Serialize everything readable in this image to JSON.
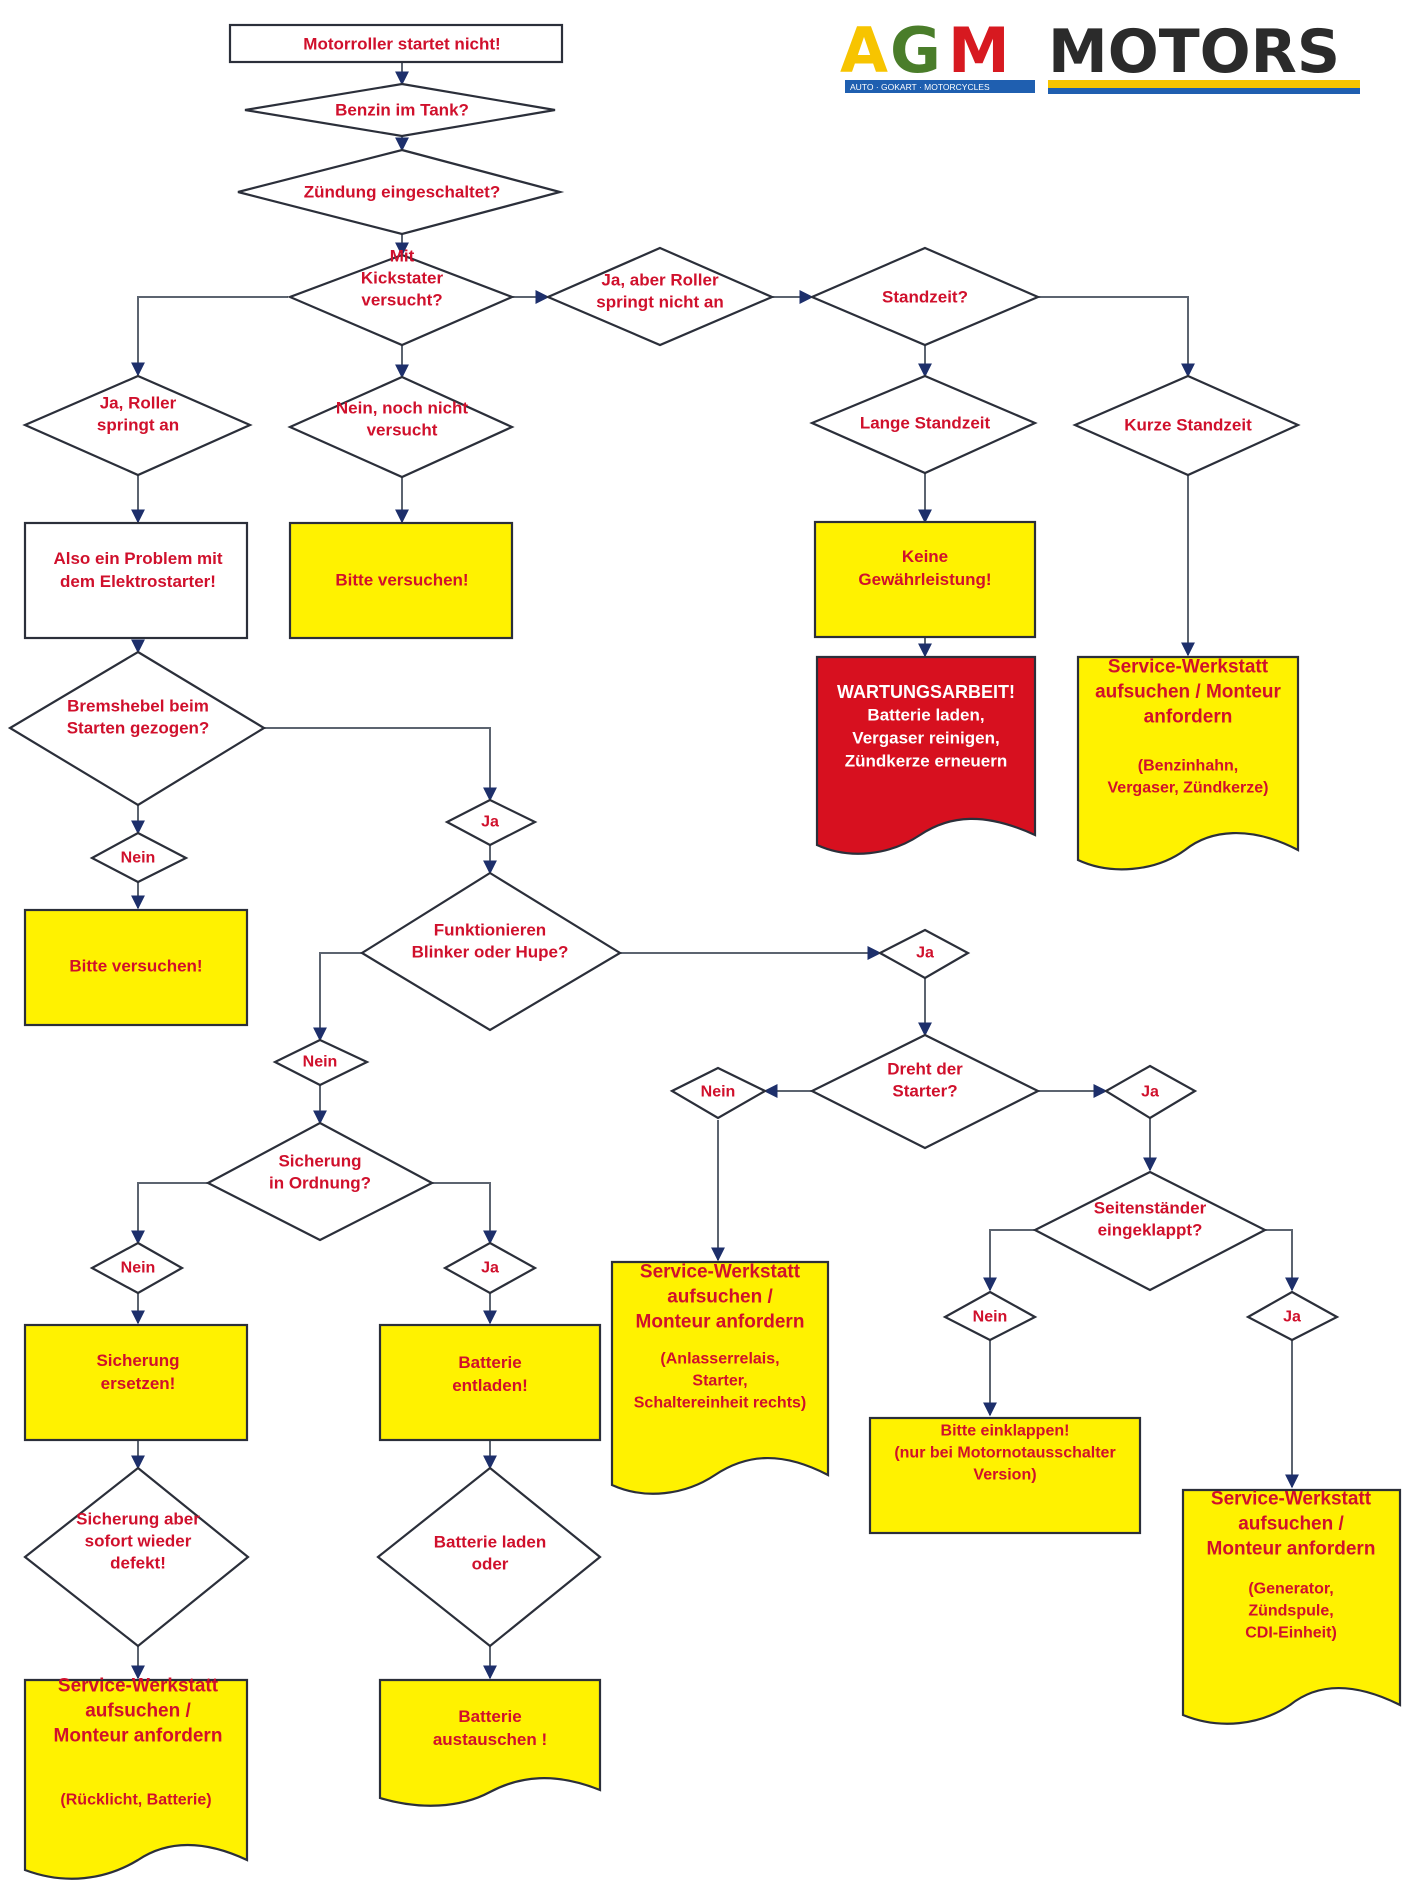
{
  "logo": {
    "brand": "AGM",
    "word": "MOTORS",
    "tagline": "AUTO · GOKART · MOTORCYCLES"
  },
  "colors": {
    "text": "#d0102c",
    "yellow": "#fff200",
    "red": "#d7101f",
    "logo_yellow": "#f7c400",
    "logo_red": "#d71920",
    "logo_blue": "#1f5fb0",
    "logo_dark": "#2b2b2b"
  },
  "nodes": {
    "start": "Motorroller startet nicht!",
    "benzin": "Benzin im Tank?",
    "zuendung": "Zündung eingeschaltet?",
    "kick": [
      "Mit",
      "Kickstater",
      "versucht?"
    ],
    "ja_aber": [
      "Ja, aber Roller",
      "springt nicht an"
    ],
    "standzeit": "Standzeit?",
    "ja_roller": [
      "Ja, Roller",
      "springt an"
    ],
    "nein_noch": [
      "Nein, noch nicht",
      "versucht"
    ],
    "lange": "Lange Standzeit",
    "kurze": "Kurze Standzeit",
    "problem": [
      "Also ein Problem mit",
      "dem Elektrostarter!"
    ],
    "bitte1": "Bitte versuchen!",
    "keine": [
      "Keine",
      "Gewährleistung!"
    ],
    "wartung_title": "WARTUNGSARBEIT!",
    "wartung_body": [
      "Batterie laden,",
      "Vergaser reinigen,",
      "Zündkerze erneuern"
    ],
    "service_kurz": [
      "Service-Werkstatt",
      "aufsuchen / Monteur",
      "anfordern"
    ],
    "service_kurz_sub": [
      "(Benzinhahn,",
      "Vergaser, Zündkerze)"
    ],
    "brems": [
      "Bremshebel beim",
      "Starten gezogen?"
    ],
    "ja1": "Ja",
    "nein1": "Nein",
    "bitte2": "Bitte versuchen!",
    "blinker": [
      "Funktionieren",
      "Blinker oder Hupe?"
    ],
    "ja2": "Ja",
    "nein2": "Nein",
    "starter": [
      "Dreht der",
      "Starter?"
    ],
    "nein3": "Nein",
    "ja3": "Ja",
    "sicherung": [
      "Sicherung",
      "in Ordnung?"
    ],
    "seiten": [
      "Seitenständer",
      "eingeklappt?"
    ],
    "nein4": "Nein",
    "ja4": "Ja",
    "service_anl": [
      "Service-Werkstatt",
      "aufsuchen /",
      "Monteur anfordern"
    ],
    "service_anl_sub": [
      "(Anlasserrelais,",
      "Starter,",
      "Schaltereinheit rechts)"
    ],
    "nein5": "Nein",
    "ja5": "Ja",
    "sich_ersetzen": [
      "Sicherung",
      "ersetzen!"
    ],
    "batt_entladen": [
      "Batterie",
      "entladen!"
    ],
    "einklappen": [
      "Bitte einklappen!",
      "(nur bei Motornotausschalter",
      "Version)"
    ],
    "service_gen": [
      "Service-Werkstatt",
      "aufsuchen /",
      "Monteur anfordern"
    ],
    "service_gen_sub": [
      "(Generator,",
      "Zündspule,",
      "CDI-Einheit)"
    ],
    "sich_defekt": [
      "Sicherung aber",
      "sofort wieder",
      "defekt!"
    ],
    "batt_laden": [
      "Batterie laden",
      "oder"
    ],
    "service_rueck": [
      "Service-Werkstatt",
      "aufsuchen /",
      "Monteur anfordern"
    ],
    "service_rueck_sub": [
      "(Rücklicht, Batterie)"
    ],
    "batt_tausch": [
      "Batterie",
      "austauschen !"
    ]
  }
}
